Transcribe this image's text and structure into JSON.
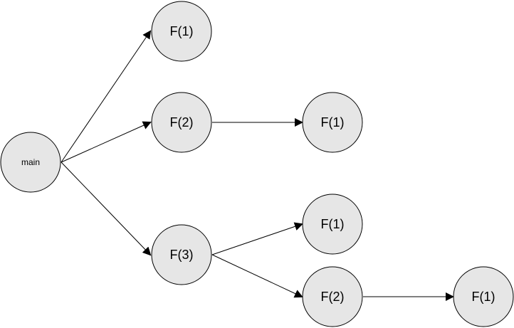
{
  "nodes": {
    "main": "main",
    "f1_a": "F(1)",
    "f2_a": "F(2)",
    "f1_b": "F(1)",
    "f3_a": "F(3)",
    "f1_c": "F(1)",
    "f2_b": "F(2)",
    "f1_d": "F(1)"
  },
  "edges": [
    [
      "main",
      "f1_a"
    ],
    [
      "main",
      "f2_a"
    ],
    [
      "main",
      "f3_a"
    ],
    [
      "f2_a",
      "f1_b"
    ],
    [
      "f3_a",
      "f1_c"
    ],
    [
      "f3_a",
      "f2_b"
    ],
    [
      "f2_b",
      "f1_d"
    ]
  ],
  "colors": {
    "node_fill": "#e6e6e6",
    "stroke": "#000000",
    "background": "#ffffff"
  }
}
